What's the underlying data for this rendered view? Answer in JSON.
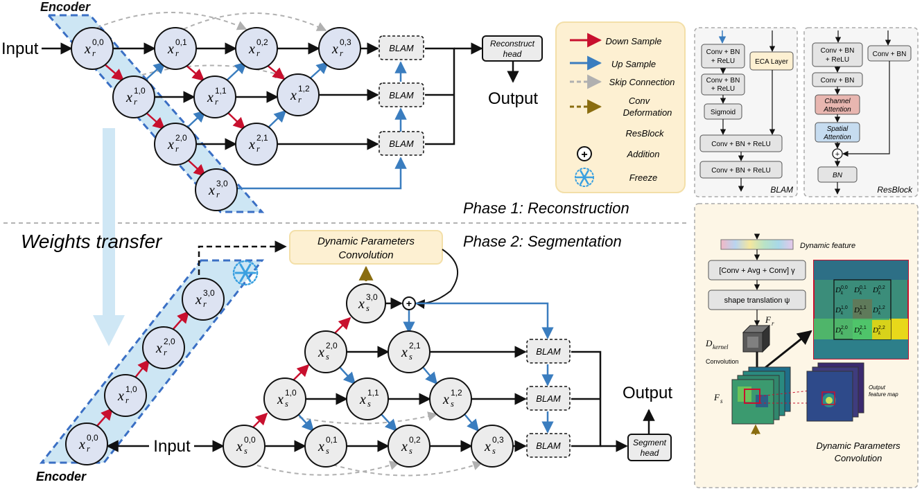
{
  "labels": {
    "encoder_top": "Encoder",
    "encoder_bottom": "Encoder",
    "input_top": "Input",
    "input_bottom": "Input",
    "output_top": "Output",
    "output_bottom": "Output",
    "reconstruct_head": [
      "Reconstruct",
      "head"
    ],
    "segment_head": [
      "Segment",
      "head"
    ],
    "blam": "BLAM",
    "phase1": "Phase 1: Reconstruction",
    "phase2": "Phase 2: Segmentation",
    "weights_transfer": "Weights transfer",
    "dpc_box": [
      "Dynamic Parameters",
      "Convolution"
    ]
  },
  "legend": {
    "down": "Down Sample",
    "up": "Up Sample",
    "skip": "Skip Connection",
    "conv_def": [
      "Conv",
      "Deformation"
    ],
    "resblock": "ResBlock",
    "addition": "Addition",
    "freeze": "Freeze"
  },
  "blam_panel": {
    "conv1": [
      "Conv + BN",
      "+ ReLU"
    ],
    "conv2": [
      "Conv + BN",
      "+ ReLU"
    ],
    "sigmoid": "Sigmoid",
    "eca": "ECA Layer",
    "conv3": "Conv + BN + ReLU",
    "conv4": "Conv + BN + ReLU",
    "title": "BLAM"
  },
  "res_panel": {
    "conv1": [
      "Conv + BN",
      "+ ReLU"
    ],
    "conv2": "Conv + BN",
    "conv_side": "Conv + BN",
    "channel": [
      "Channel",
      "Attention"
    ],
    "spatial": [
      "Spatial",
      "Attention"
    ],
    "bn": "BN",
    "title": "ResBlock"
  },
  "dpc_panel": {
    "dyn_feature": "Dynamic feature",
    "conv_avg": "[Conv + Avg + Conv] γ",
    "shape": "shape translation ψ",
    "fr": "F",
    "fr_sub": "r",
    "dkernel": "D",
    "dkernel_sub": "kernel",
    "convolution": "Convolution",
    "fs": "F",
    "fs_sub": "s",
    "out_map": [
      "Output",
      "feature map"
    ],
    "title": [
      "Dynamic Parameters",
      "Convolution"
    ],
    "kernel_grid": [
      [
        "D",
        "0,0"
      ],
      [
        "D",
        "0,1"
      ],
      [
        "D",
        "0,2"
      ],
      [
        "D",
        "1,0"
      ],
      [
        "D",
        "1,1"
      ],
      [
        "D",
        "1,2"
      ],
      [
        "D",
        "2,0"
      ],
      [
        "D",
        "2,1"
      ],
      [
        "D",
        "2,2"
      ]
    ]
  },
  "nodes": {
    "r00": [
      "x",
      "r",
      "0,0"
    ],
    "r01": [
      "x",
      "r",
      "0,1"
    ],
    "r02": [
      "x",
      "r",
      "0,2"
    ],
    "r03": [
      "x",
      "r",
      "0,3"
    ],
    "r10": [
      "x",
      "r",
      "1,0"
    ],
    "r11": [
      "x",
      "r",
      "1,1"
    ],
    "r12": [
      "x",
      "r",
      "1,2"
    ],
    "r20": [
      "x",
      "r",
      "2,0"
    ],
    "r21": [
      "x",
      "r",
      "2,1"
    ],
    "r30": [
      "x",
      "r",
      "3,0"
    ],
    "s00": [
      "x",
      "s",
      "0,0"
    ],
    "s01": [
      "x",
      "s",
      "0,1"
    ],
    "s02": [
      "x",
      "s",
      "0,2"
    ],
    "s03": [
      "x",
      "s",
      "0,3"
    ],
    "s10": [
      "x",
      "s",
      "1,0"
    ],
    "s11": [
      "x",
      "s",
      "1,1"
    ],
    "s12": [
      "x",
      "s",
      "1,2"
    ],
    "s20": [
      "x",
      "s",
      "2,0"
    ],
    "s21": [
      "x",
      "s",
      "2,1"
    ],
    "s30": [
      "x",
      "s",
      "3,0"
    ],
    "e00": [
      "x",
      "r",
      "0,0"
    ],
    "e10": [
      "x",
      "r",
      "1,0"
    ],
    "e20": [
      "x",
      "r",
      "2,0"
    ],
    "e30": [
      "x",
      "r",
      "3,0"
    ],
    "legend_xs": [
      "x",
      "s",
      ""
    ],
    "legend_xr": [
      "x",
      "r",
      ""
    ],
    "dpc_top": [
      "x",
      "r",
      "3,0"
    ],
    "dpc_bottom": [
      "x",
      "s",
      "3,0"
    ]
  },
  "colors": {
    "down": "#c8102e",
    "up": "#3a7dbf",
    "skip": "#b0b0b0",
    "conv_def": "#8a6d10",
    "node_fill": "#dde3f2",
    "node_fill_s": "#ececec",
    "encoder_fill": "#cde6f4",
    "encoder_stroke": "#3a6fc4",
    "legend_bg": "#fdf0d2",
    "dpc_bg": "#fdf0d2",
    "panel_bg": "#f6f6f6",
    "channel_att": "#e8b6b0",
    "spatial_att": "#c6dcf0",
    "eca": "#fdf0d2",
    "transfer_arrow": "#cfe7f5",
    "freeze": "#3aa0e0"
  }
}
